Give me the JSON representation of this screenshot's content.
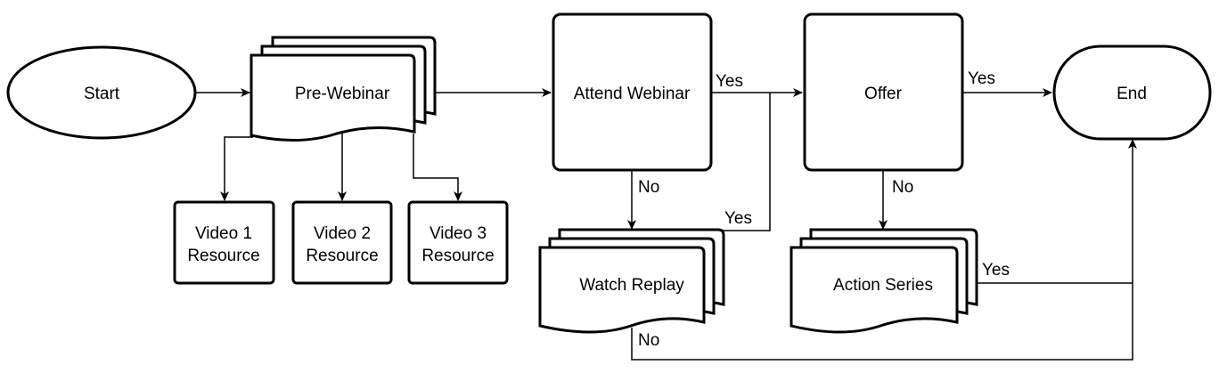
{
  "diagram": {
    "nodes": {
      "start": "Start",
      "pre_webinar": "Pre-Webinar",
      "video1": [
        "Video 1",
        "Resource"
      ],
      "video2": [
        "Video 2",
        "Resource"
      ],
      "video3": [
        "Video 3",
        "Resource"
      ],
      "attend_webinar": "Attend Webinar",
      "watch_replay": "Watch Replay",
      "offer": "Offer",
      "action_series": "Action Series",
      "end": "End"
    },
    "edge_labels": {
      "attend_yes": "Yes",
      "attend_no": "No",
      "replay_yes": "Yes",
      "replay_no": "No",
      "offer_yes": "Yes",
      "offer_no": "No",
      "action_yes": "Yes"
    },
    "colors": {
      "stroke": "#000000",
      "fill": "#ffffff"
    }
  }
}
